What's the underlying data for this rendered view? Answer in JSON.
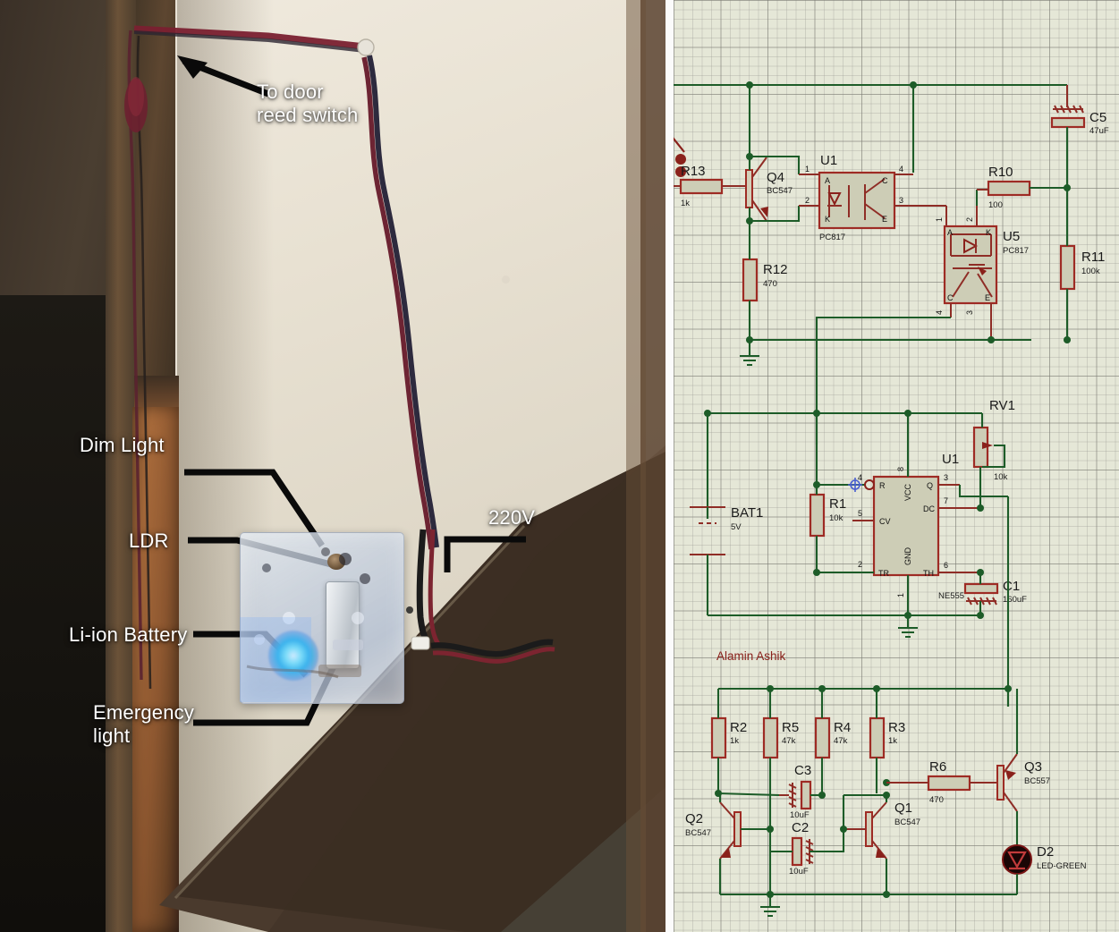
{
  "photo": {
    "labels": [
      {
        "id": "to-door-reed-switch",
        "text": "To door\nreed switch"
      },
      {
        "id": "dim-light",
        "text": "Dim Light"
      },
      {
        "id": "ldr",
        "text": "LDR"
      },
      {
        "id": "li-ion-battery",
        "text": "Li-ion Battery"
      },
      {
        "id": "emergency-light",
        "text": "Emergency\nlight"
      },
      {
        "id": "mains-220v",
        "text": "220V"
      }
    ]
  },
  "schematic": {
    "signature": "Alamin Ashik",
    "components": [
      {
        "ref": "R13",
        "value": "1k",
        "type": "resistor"
      },
      {
        "ref": "Q4",
        "value": "BC547",
        "type": "npn-transistor"
      },
      {
        "ref": "R12",
        "value": "470",
        "type": "resistor"
      },
      {
        "ref": "U1",
        "value": "PC817",
        "type": "optocoupler",
        "pins": [
          "1",
          "2",
          "3",
          "4"
        ],
        "terminals": [
          "A",
          "K",
          "C",
          "E"
        ]
      },
      {
        "ref": "U5",
        "value": "PC817",
        "type": "optocoupler",
        "pins": [
          "1",
          "2",
          "3",
          "4"
        ],
        "terminals": [
          "A",
          "K",
          "C",
          "E"
        ]
      },
      {
        "ref": "R10",
        "value": "100",
        "type": "resistor"
      },
      {
        "ref": "R11",
        "value": "100k",
        "type": "resistor"
      },
      {
        "ref": "C5",
        "value": "47uF",
        "type": "capacitor-polarized"
      },
      {
        "ref": "BAT1",
        "value": "5V",
        "type": "battery"
      },
      {
        "ref": "R1",
        "value": "10k",
        "type": "resistor"
      },
      {
        "ref": "RV1",
        "value": "10k",
        "type": "potentiometer"
      },
      {
        "ref": "U1",
        "value": "NE555",
        "type": "timer-ic",
        "pins": [
          "1",
          "2",
          "3",
          "4",
          "5",
          "6",
          "7",
          "8"
        ],
        "terminals": [
          "R",
          "VCC",
          "Q",
          "DC",
          "CV",
          "TR",
          "GND",
          "TH"
        ]
      },
      {
        "ref": "C1",
        "value": "160uF",
        "type": "capacitor-polarized"
      },
      {
        "ref": "R2",
        "value": "1k",
        "type": "resistor"
      },
      {
        "ref": "R5",
        "value": "47k",
        "type": "resistor"
      },
      {
        "ref": "R4",
        "value": "47k",
        "type": "resistor"
      },
      {
        "ref": "R3",
        "value": "1k",
        "type": "resistor"
      },
      {
        "ref": "R6",
        "value": "470",
        "type": "resistor"
      },
      {
        "ref": "C3",
        "value": "10uF",
        "type": "capacitor-polarized"
      },
      {
        "ref": "C2",
        "value": "10uF",
        "type": "capacitor-polarized"
      },
      {
        "ref": "Q2",
        "value": "BC547",
        "type": "npn-transistor"
      },
      {
        "ref": "Q1",
        "value": "BC547",
        "type": "npn-transistor"
      },
      {
        "ref": "Q3",
        "value": "BC557",
        "type": "pnp-transistor"
      },
      {
        "ref": "D2",
        "value": "LED-GREEN",
        "type": "led"
      }
    ],
    "ic_555": {
      "ref": "U1",
      "part": "NE555",
      "pin_labels": {
        "4": "R",
        "8": "VCC",
        "3": "Q",
        "7": "DC",
        "5": "CV",
        "2": "TR",
        "1": "GND",
        "6": "TH"
      }
    },
    "opto_u1": {
      "ref": "U1",
      "part": "PC817",
      "pin_labels": {
        "1": "A",
        "2": "K",
        "4": "C",
        "3": "E"
      }
    },
    "opto_u5": {
      "ref": "U5",
      "part": "PC817",
      "pin_labels": {
        "1": "A",
        "2": "K",
        "4": "C",
        "3": "E"
      }
    },
    "colors": {
      "background": "#e5e7d7",
      "wire": "#1d5c28",
      "component_outline": "#9e2b24",
      "component_fill": "#cdcdb6",
      "signature": "#8a211b"
    }
  }
}
